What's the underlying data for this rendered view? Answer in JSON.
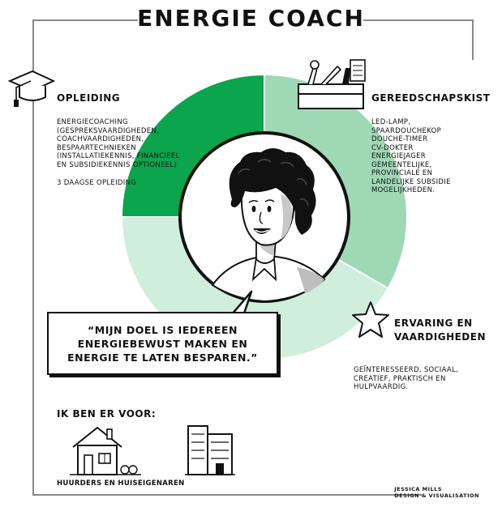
{
  "title": "ENERGIE COACH",
  "colors": {
    "dark_green": "#0aa54c",
    "mid_green": "#9fd8b5",
    "light_green": "#cfeedb"
  },
  "sections": {
    "opleiding": {
      "title": "OPLEIDING",
      "icon": "graduation-cap-icon",
      "lines": [
        "ENERGIECOACHING",
        "(GESPREKSVAARDIGHEDEN,",
        "COACHVAARDIGHEDEN,",
        "BESPAARTECHNIEKEN",
        "(INSTALLATIEKENNIS, FINANCIEEL",
        "EN SUBSIDIEKENNIS OPTIONEEL)"
      ],
      "extra": "3 DAAGSE OPLEIDING"
    },
    "gereedschapskist": {
      "title": "GEREEDSCHAPSKIST",
      "icon": "toolbox-icon",
      "lines": [
        "LED-LAMP,",
        "SPAARDOUCHEKOP",
        "DOUCHE-TIMER",
        "CV-DOKTER",
        "ENERGIEJAGER",
        "GEMEENTELIJKE,",
        "PROVINCIALE EN",
        "LANDELIJKE SUBSIDIE",
        "MOGELIJKHEDEN."
      ]
    },
    "ervaring": {
      "title_line1": "ERVARING EN",
      "title_line2": "VAARDIGHEDEN",
      "icon": "star-icon",
      "lines": [
        "GEÏNTERESSEERD, SOCIAAL,",
        "CREATIEF, PRAKTISCH EN",
        "HULPVAARDIG."
      ]
    }
  },
  "quote": "“MIJN DOEL IS IEDEREEN ENERGIEBEWUST MAKEN EN ENERGIE TE LATEN BESPAREN.”",
  "footer": {
    "heading": "IK BEN ER VOOR:",
    "caption": "HUURDERS EN HUISEIGENAREN"
  },
  "credit": {
    "line1": "JESSICA MILLS",
    "line2": "DESIGN & VISUALISATION"
  }
}
